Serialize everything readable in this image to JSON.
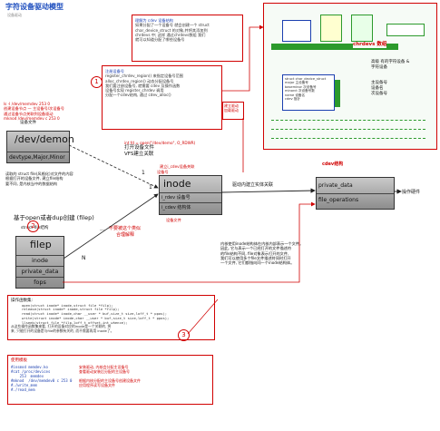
{
  "title": "字符设备驱动模型",
  "subtitle": "设备驱动",
  "top_left_notes": [
    "ls -l /dev/memdev    253 0",
    "创建设备节点 — 主设备号/次设备号",
    "通过设备节点关联到设备驱动",
    "mknod /dev/memdev c 253 0"
  ],
  "dev_node": {
    "label": "设备文件",
    "title": "/dev/demon",
    "fields": "devtype,Major,Minor"
  },
  "open_call": {
    "code": "int fd = open(\"/dev/demo\", O_RDWR)",
    "line1": "打开设备文件",
    "line2": "VFS建立关联",
    "line3": "建立i_cdev设备关联"
  },
  "inode": {
    "title": "inode",
    "rows": [
      "i_rdev 设备号",
      "i_cdev 结构体"
    ],
    "extra": "设备号",
    "label": "设备文件"
  },
  "filp_desc": [
    "读取的 struct file(风格化)对文件的内容",
    "根据打开的设备文件, 建立file结构",
    "要不同, 是内核当中的数据结构"
  ],
  "filp_open_label": "基于open或者dup创建 (filep)",
  "filp": {
    "caption": "struct file结构",
    "title": "filep",
    "rows": [
      "inode",
      "private_data",
      "fops"
    ]
  },
  "link_labels": {
    "one_a": "1",
    "one_b": "1",
    "ellipsis": "...",
    "n": "N",
    "not_related": "不要被这个类似",
    "related": "合理解释",
    "kernel_link": "驱动内建立实体关联"
  },
  "cdev_struct": {
    "title": "cdev结构",
    "rows": [
      "private_data",
      "file_operations"
    ],
    "label": "操作硬件"
  },
  "register_box": [
    "注册设备号",
    "register_chrdev_region() 来指定设备号范围",
    "alloc_chrdev_region() 动态分配设备号",
    "我们要注册设备号, 就需要 cdev 及操作函数",
    "设备号实现 register_chrdev 调用",
    "分配一个cdev结构, 通过 cdev_alloc()"
  ],
  "cdev_note_box": [
    "理解为 cdev 设备结构",
    "如果分配了一个设备号 就会创建一个 struct",
    "char_device_struct 的对象,并将其添加到",
    "chrdevs 中; 这样 通过chrdevs数组 我们",
    "就可以知道分配了哪些设备号"
  ],
  "chrdevs_label": "chrdevs 数组",
  "struct_detail": [
    "struct char_device_struct",
    "major 主设备号",
    "baseminor 次设备号",
    "minorct 次设备号数",
    "name 设备名",
    "cdev 指针"
  ],
  "side_right": [
    "建立驱动",
    "加载驱动"
  ],
  "right_notes": [
    "高级 有的字符设备 &",
    "字符设备",
    "主设备号",
    "设备名",
    "次设备号"
  ],
  "kernel_paragraph": [
    "内核使用inode结构体在内核内部表示一个文件。",
    "因此, 它与表示一个已经打开的文件描述符",
    "的file结构不同, file对象表示打开的文件,",
    "我们可以使用多个file文件描述符同时打开",
    "一个文件, 它们都指向同一个inode结构体。"
  ],
  "ops_box": {
    "title": "操作函数集:",
    "lines": [
      "open(struct inode* inode,struct file *filp);",
      "release(struct inode* inode,struct file *filp);",
      "read(struct inode* inode,char __user * buf,size_t size,loff_t * ppos);",
      "write(struct inode* inode,char __user * buf,size_t size,loff_t * ppos);",
      "llseek(struct file *filp,loff_t offset,int whence);",
      "从这些操作函数集来看, 打开的设备对应的inode是一个关联的, 将",
      "来, 只能打开的设备是与file的参数有关的, 而不需要再用 inode了。"
    ]
  },
  "usage_box": {
    "title": "使用模板",
    "lines": [
      "#insmod memdev.ko",
      "#cat /proc/devices",
      "    253  memdev",
      "#mknod  /dev/memdev0 c 253 0",
      "#./write_mem",
      "#./read_mem"
    ],
    "comments": [
      "安装驱动, 内核会分配主设备号",
      "查看驱动安装后分配的主设备号",
      "",
      "根据内核分配的主设备号创建设备文件",
      "应用程序读写设备文件",
      ""
    ]
  },
  "circles": [
    "1",
    "2",
    "3"
  ],
  "colors": {
    "accent": "#d10000",
    "title": "#1f4fbf",
    "node_fill": "#9c9c9c",
    "chart_green": "#2c9a2c"
  }
}
